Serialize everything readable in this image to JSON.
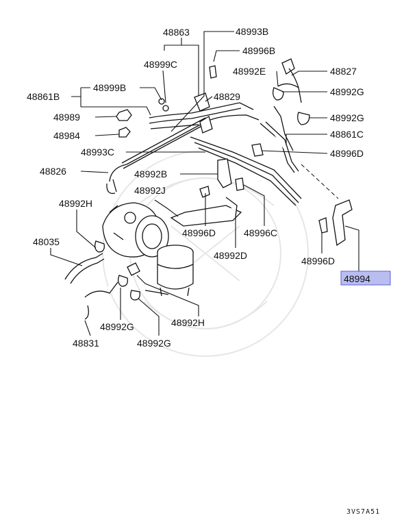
{
  "diagram": {
    "code": "3VS7A51",
    "highlighted_part": "48994",
    "labels": [
      {
        "id": "48863",
        "text": "48863"
      },
      {
        "id": "48993B",
        "text": "48993B"
      },
      {
        "id": "48996B",
        "text": "48996B"
      },
      {
        "id": "48999C",
        "text": "48999C"
      },
      {
        "id": "48992E",
        "text": "48992E"
      },
      {
        "id": "48827",
        "text": "48827"
      },
      {
        "id": "48861B",
        "text": "48861B"
      },
      {
        "id": "48999B",
        "text": "48999B"
      },
      {
        "id": "48829",
        "text": "48829"
      },
      {
        "id": "48992G_a",
        "text": "48992G"
      },
      {
        "id": "48989",
        "text": "48989"
      },
      {
        "id": "48992G_b",
        "text": "48992G"
      },
      {
        "id": "48984",
        "text": "48984"
      },
      {
        "id": "48861C",
        "text": "48861C"
      },
      {
        "id": "48993C",
        "text": "48993C"
      },
      {
        "id": "48996D_a",
        "text": "48996D"
      },
      {
        "id": "48826",
        "text": "48826"
      },
      {
        "id": "48992B",
        "text": "48992B"
      },
      {
        "id": "48992J",
        "text": "48992J"
      },
      {
        "id": "48992H_a",
        "text": "48992H"
      },
      {
        "id": "48996D_b",
        "text": "48996D"
      },
      {
        "id": "48996C",
        "text": "48996C"
      },
      {
        "id": "48035",
        "text": "48035"
      },
      {
        "id": "48992D",
        "text": "48992D"
      },
      {
        "id": "48996D_c",
        "text": "48996D"
      },
      {
        "id": "48994",
        "text": "48994"
      },
      {
        "id": "48992H_b",
        "text": "48992H"
      },
      {
        "id": "48992G_c",
        "text": "48992G"
      },
      {
        "id": "48831",
        "text": "48831"
      },
      {
        "id": "48992G_d",
        "text": "48992G"
      }
    ]
  }
}
